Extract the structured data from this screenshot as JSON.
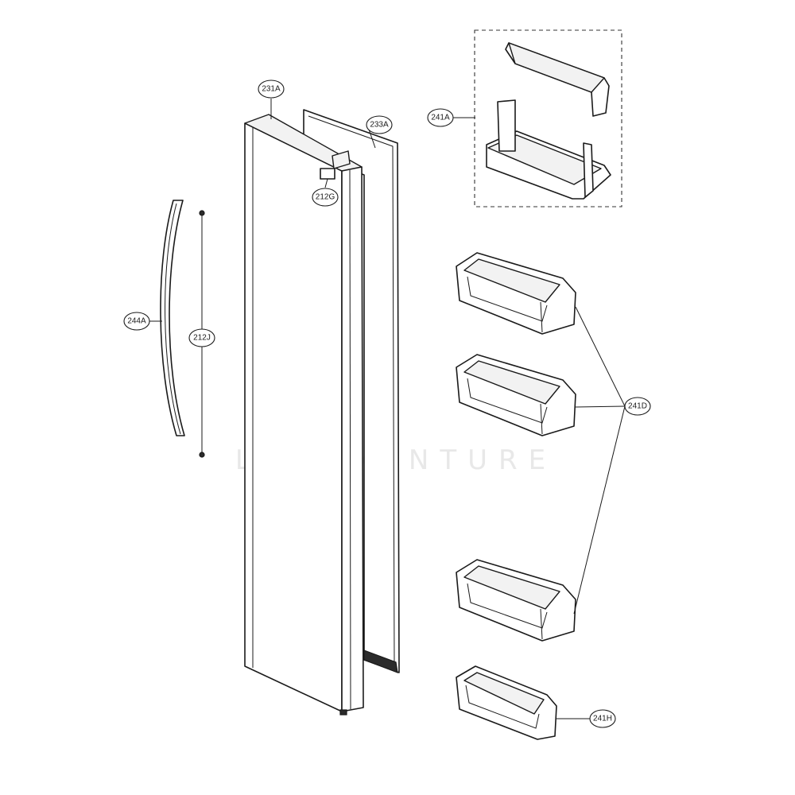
{
  "watermark": "LEADVENTURE",
  "callouts": {
    "c231A": "231A",
    "c233A": "233A",
    "c212G": "212G",
    "c244A": "244A",
    "c212J": "212J",
    "c241A": "241A",
    "c241D": "241D",
    "c241H": "241H"
  }
}
